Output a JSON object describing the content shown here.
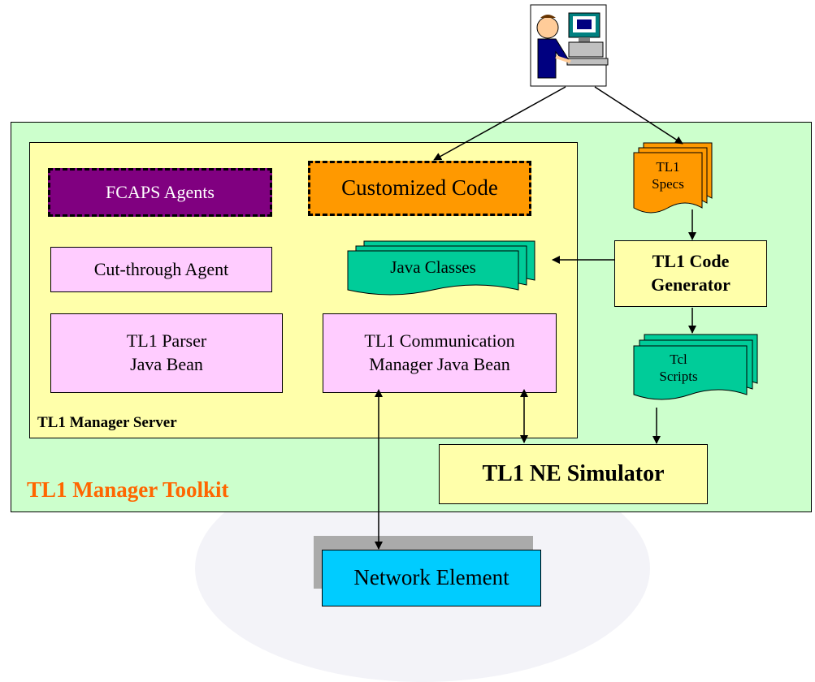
{
  "labels": {
    "fcaps": "FCAPS Agents",
    "customized": "Customized Code",
    "cut_through": "Cut-through Agent",
    "java_classes": "Java Classes",
    "parser_line1": "TL1 Parser",
    "parser_line2": "Java Bean",
    "comm_line1": "TL1 Communication",
    "comm_line2": "Manager Java Bean",
    "server": "TL1 Manager Server",
    "toolkit": "TL1 Manager Toolkit",
    "specs_line1": "TL1",
    "specs_line2": "Specs",
    "codegen_line1": "TL1 Code",
    "codegen_line2": "Generator",
    "tcl_line1": "Tcl",
    "tcl_line2": "Scripts",
    "simulator": "TL1 NE Simulator",
    "network_element": "Network Element"
  },
  "icons": {
    "user": "user-at-computer-icon"
  },
  "colors": {
    "toolkit_bg": "#ccffcc",
    "server_bg": "#ffffaa",
    "fcaps_bg": "#800080",
    "customized_bg": "#ff9900",
    "agent_bg": "#ffccff",
    "doc_green": "#00cc99",
    "doc_orange": "#ff9900",
    "network_element_bg": "#00ccff",
    "toolkit_label": "#ff6600"
  }
}
